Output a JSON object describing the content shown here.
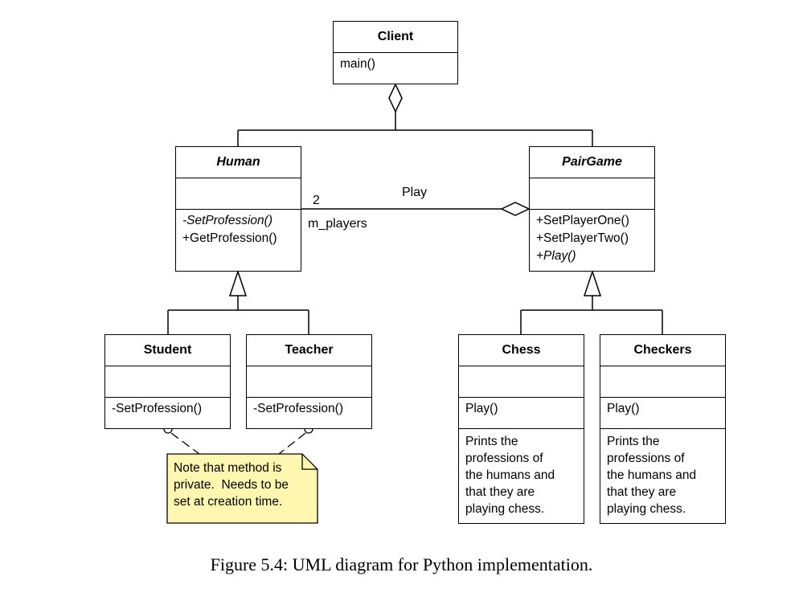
{
  "diagram": {
    "classes": {
      "client": {
        "name": "Client",
        "ops": [
          "main()"
        ]
      },
      "human": {
        "name": "Human",
        "ops": [
          "-SetProfession()",
          "+GetProfession()"
        ]
      },
      "pairgame": {
        "name": "PairGame",
        "ops": [
          "+SetPlayerOne()",
          "+SetPlayerTwo()",
          "+Play()"
        ]
      },
      "student": {
        "name": "Student",
        "ops": [
          "-SetProfession()"
        ]
      },
      "teacher": {
        "name": "Teacher",
        "ops": [
          "-SetProfession()"
        ]
      },
      "chess": {
        "name": "Chess",
        "ops": [
          "Play()"
        ],
        "note": [
          "Prints the",
          "professions of",
          "the humans and",
          "that they are",
          "playing chess."
        ]
      },
      "checkers": {
        "name": "Checkers",
        "ops": [
          "Play()"
        ],
        "note": [
          "Prints the",
          "professions of",
          "the humans and",
          "that they are",
          "playing chess."
        ]
      }
    },
    "association": {
      "name": "Play",
      "multiplicity": "2",
      "role": "m_players"
    },
    "note": [
      "Note that method is",
      "private.  Needs to be",
      "set at creation time."
    ],
    "colors": {
      "note_fill": "#fff7b0",
      "line": "#000000"
    }
  },
  "caption": "Figure 5.4: UML diagram for Python implementation."
}
